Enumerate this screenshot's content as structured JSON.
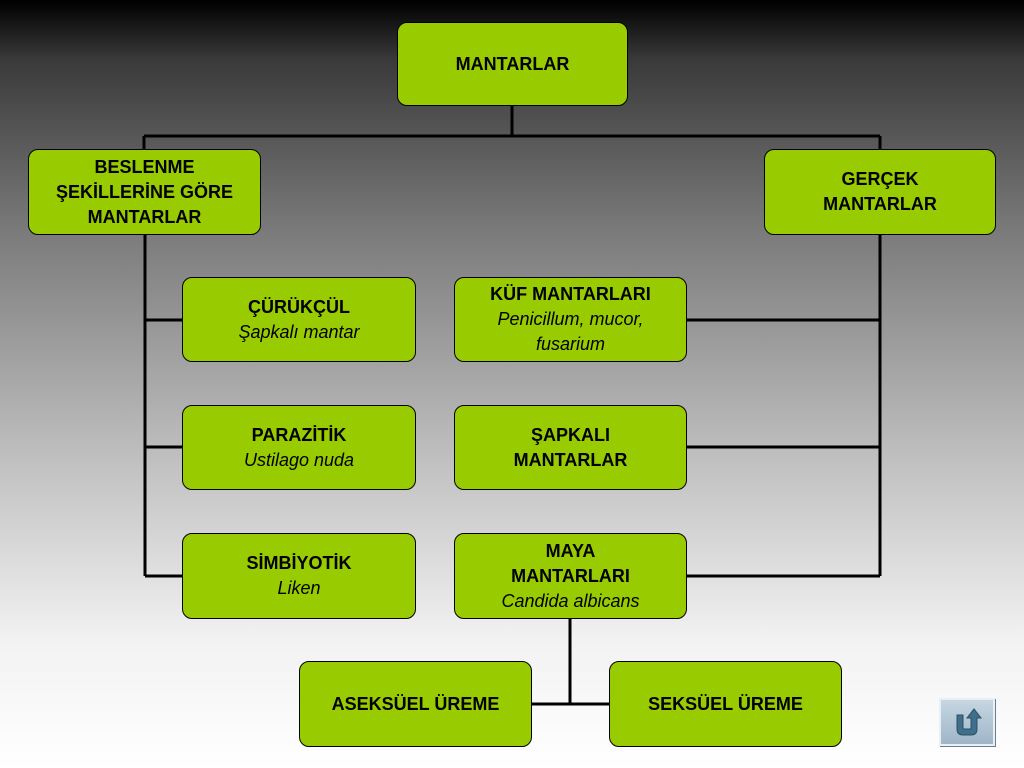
{
  "colors": {
    "box_fill": "#99cc00",
    "line": "#000000",
    "nav_button": "#b4c8d6"
  },
  "root": {
    "title": "MANTARLAR"
  },
  "left_group": {
    "title_lines": [
      "BESLENME",
      "ŞEKİLLERİNE GÖRE",
      "MANTARLAR"
    ]
  },
  "right_group": {
    "title_lines": [
      "GERÇEK",
      "MANTARLAR"
    ]
  },
  "left_items": [
    {
      "title": "ÇÜRÜKÇÜL",
      "example": "Şapkalı mantar"
    },
    {
      "title": "PARAZİTİK",
      "example": "Ustilago nuda"
    },
    {
      "title": "SİMBİYOTİK",
      "example": "Liken"
    }
  ],
  "right_items": [
    {
      "title_lines": [
        "KÜF MANTARLARI"
      ],
      "example_lines": [
        "Penicillum, mucor,",
        "fusarium"
      ]
    },
    {
      "title_lines": [
        "ŞAPKALI",
        "MANTARLAR"
      ],
      "example_lines": []
    },
    {
      "title_lines": [
        "MAYA",
        "MANTARLARI"
      ],
      "example_lines": [
        "Candida albicans"
      ]
    }
  ],
  "reproduction": {
    "asexual": "ASEKSÜEL ÜREME",
    "sexual": "SEKSÜEL ÜREME"
  },
  "nav": {
    "icon": "return-arrow-icon"
  }
}
